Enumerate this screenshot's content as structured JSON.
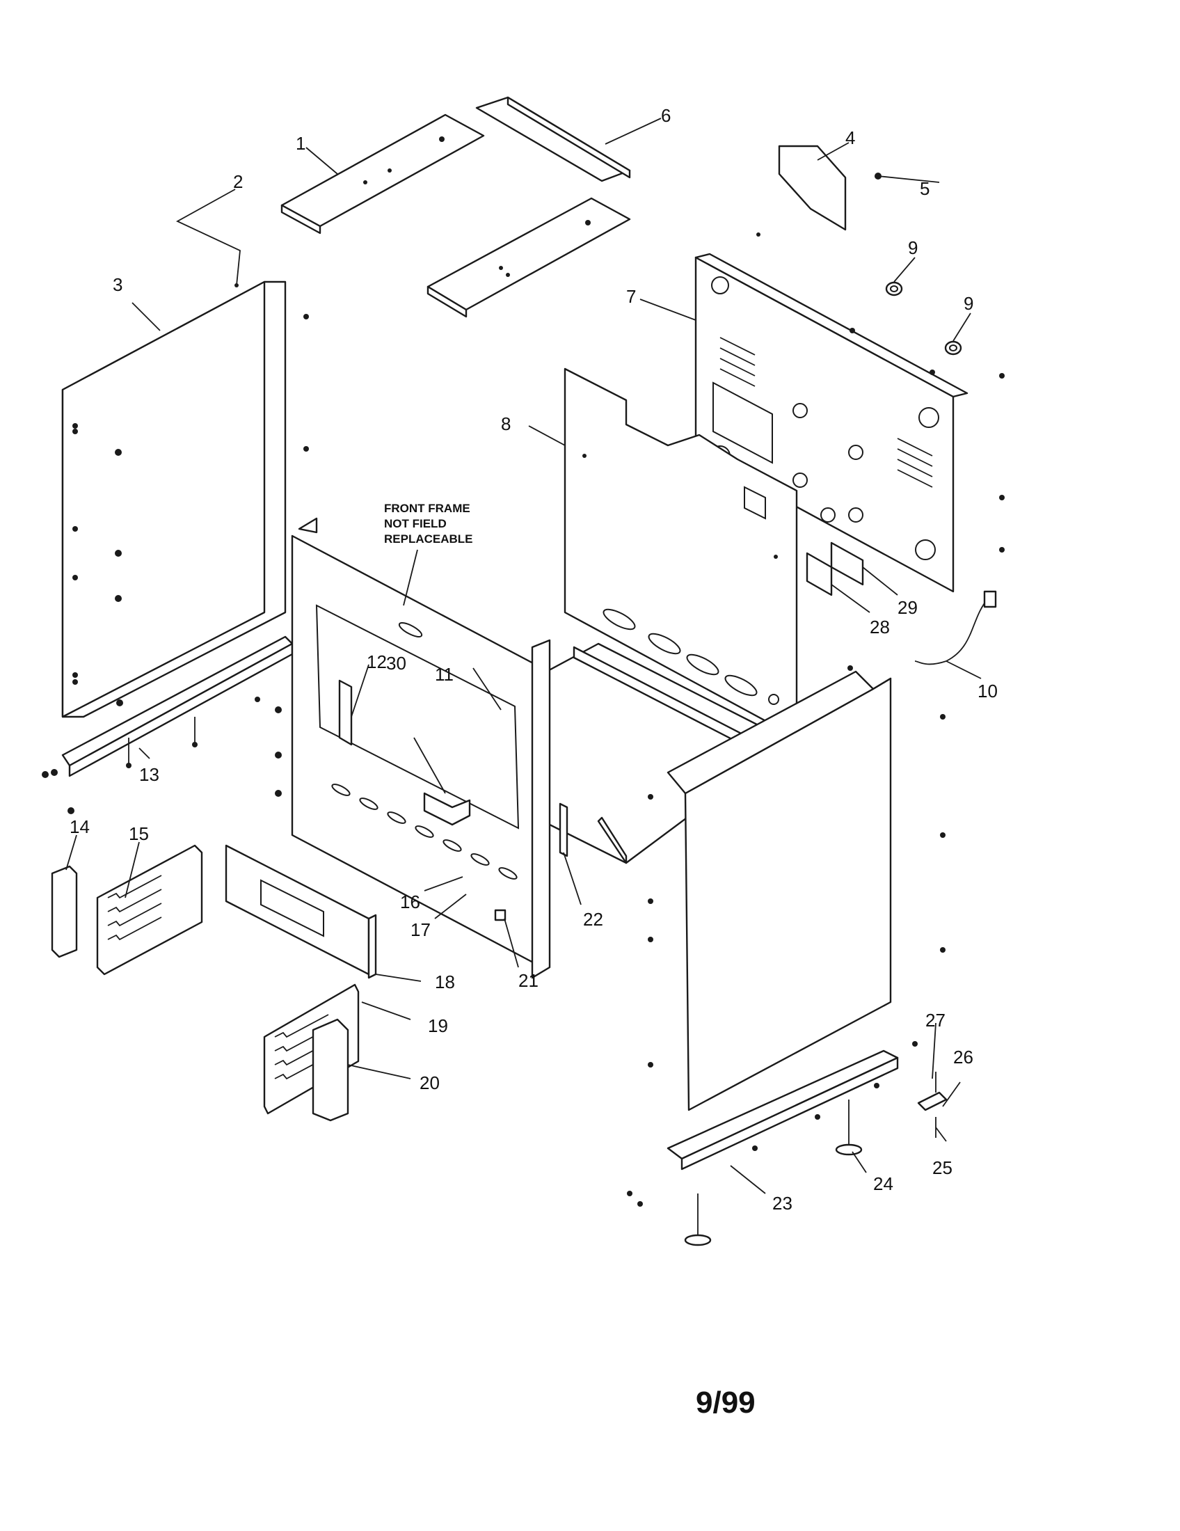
{
  "callouts": [
    "1",
    "2",
    "3",
    "4",
    "5",
    "6",
    "7",
    "8",
    "9",
    "9",
    "10",
    "11",
    "12",
    "13",
    "14",
    "15",
    "16",
    "17",
    "18",
    "19",
    "20",
    "21",
    "22",
    "23",
    "24",
    "25",
    "26",
    "27",
    "28",
    "29",
    "30"
  ],
  "note": {
    "line1": "FRONT FRAME",
    "line2": "NOT FIELD",
    "line3": "REPLACEABLE"
  },
  "footer": {
    "date": "9/99"
  }
}
